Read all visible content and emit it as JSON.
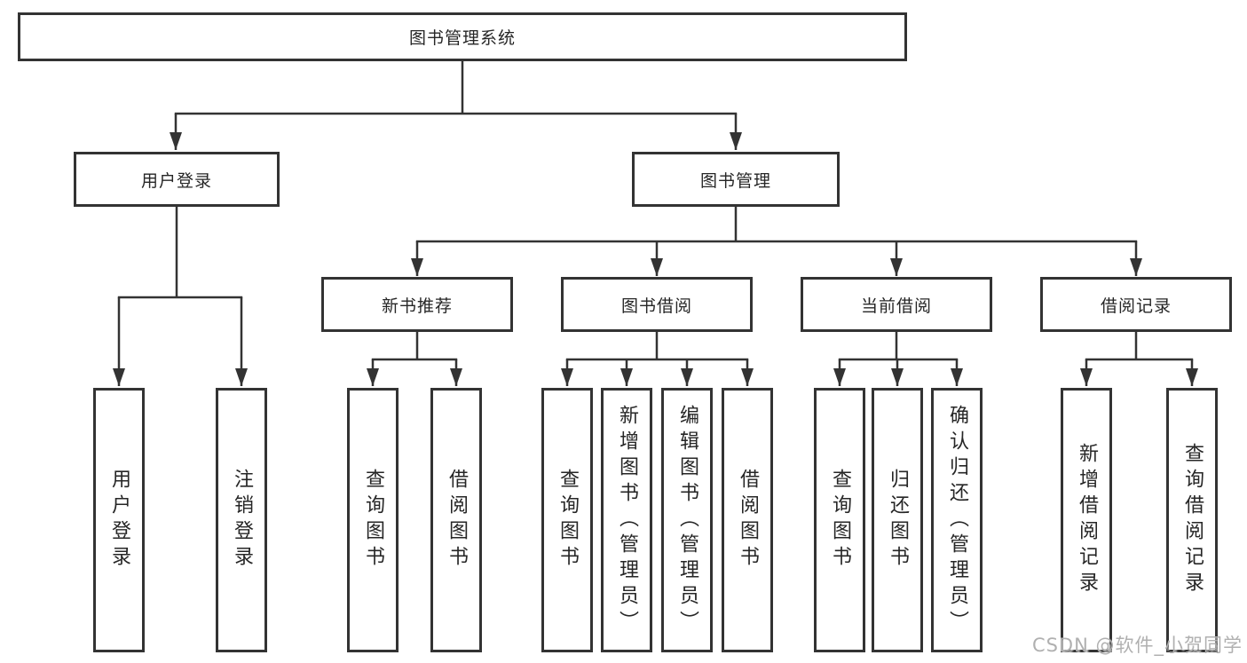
{
  "tree": {
    "label": "图书管理系统",
    "children": [
      {
        "label": "用户登录",
        "children": [
          {
            "label": "用户登录"
          },
          {
            "label": "注销登录"
          }
        ]
      },
      {
        "label": "图书管理",
        "children": [
          {
            "label": "新书推荐",
            "children": [
              {
                "label": "查询图书"
              },
              {
                "label": "借阅图书"
              }
            ]
          },
          {
            "label": "图书借阅",
            "children": [
              {
                "label": "查询图书"
              },
              {
                "label": "新增图书（管理员）"
              },
              {
                "label": "编辑图书（管理员）"
              },
              {
                "label": "借阅图书"
              }
            ]
          },
          {
            "label": "当前借阅",
            "children": [
              {
                "label": "查询图书"
              },
              {
                "label": "归还图书"
              },
              {
                "label": "确认归还（管理员）"
              }
            ]
          },
          {
            "label": "借阅记录",
            "children": [
              {
                "label": "新增借阅记录"
              },
              {
                "label": "查询借阅记录"
              }
            ]
          }
        ]
      }
    ]
  },
  "watermark": "CSDN @软件_小贺同学",
  "colors": {
    "line": "#333333",
    "box_bg": "#ffffff",
    "text": "#262626",
    "page_bg": "#ffffff",
    "watermark": "#b0b0b0"
  }
}
